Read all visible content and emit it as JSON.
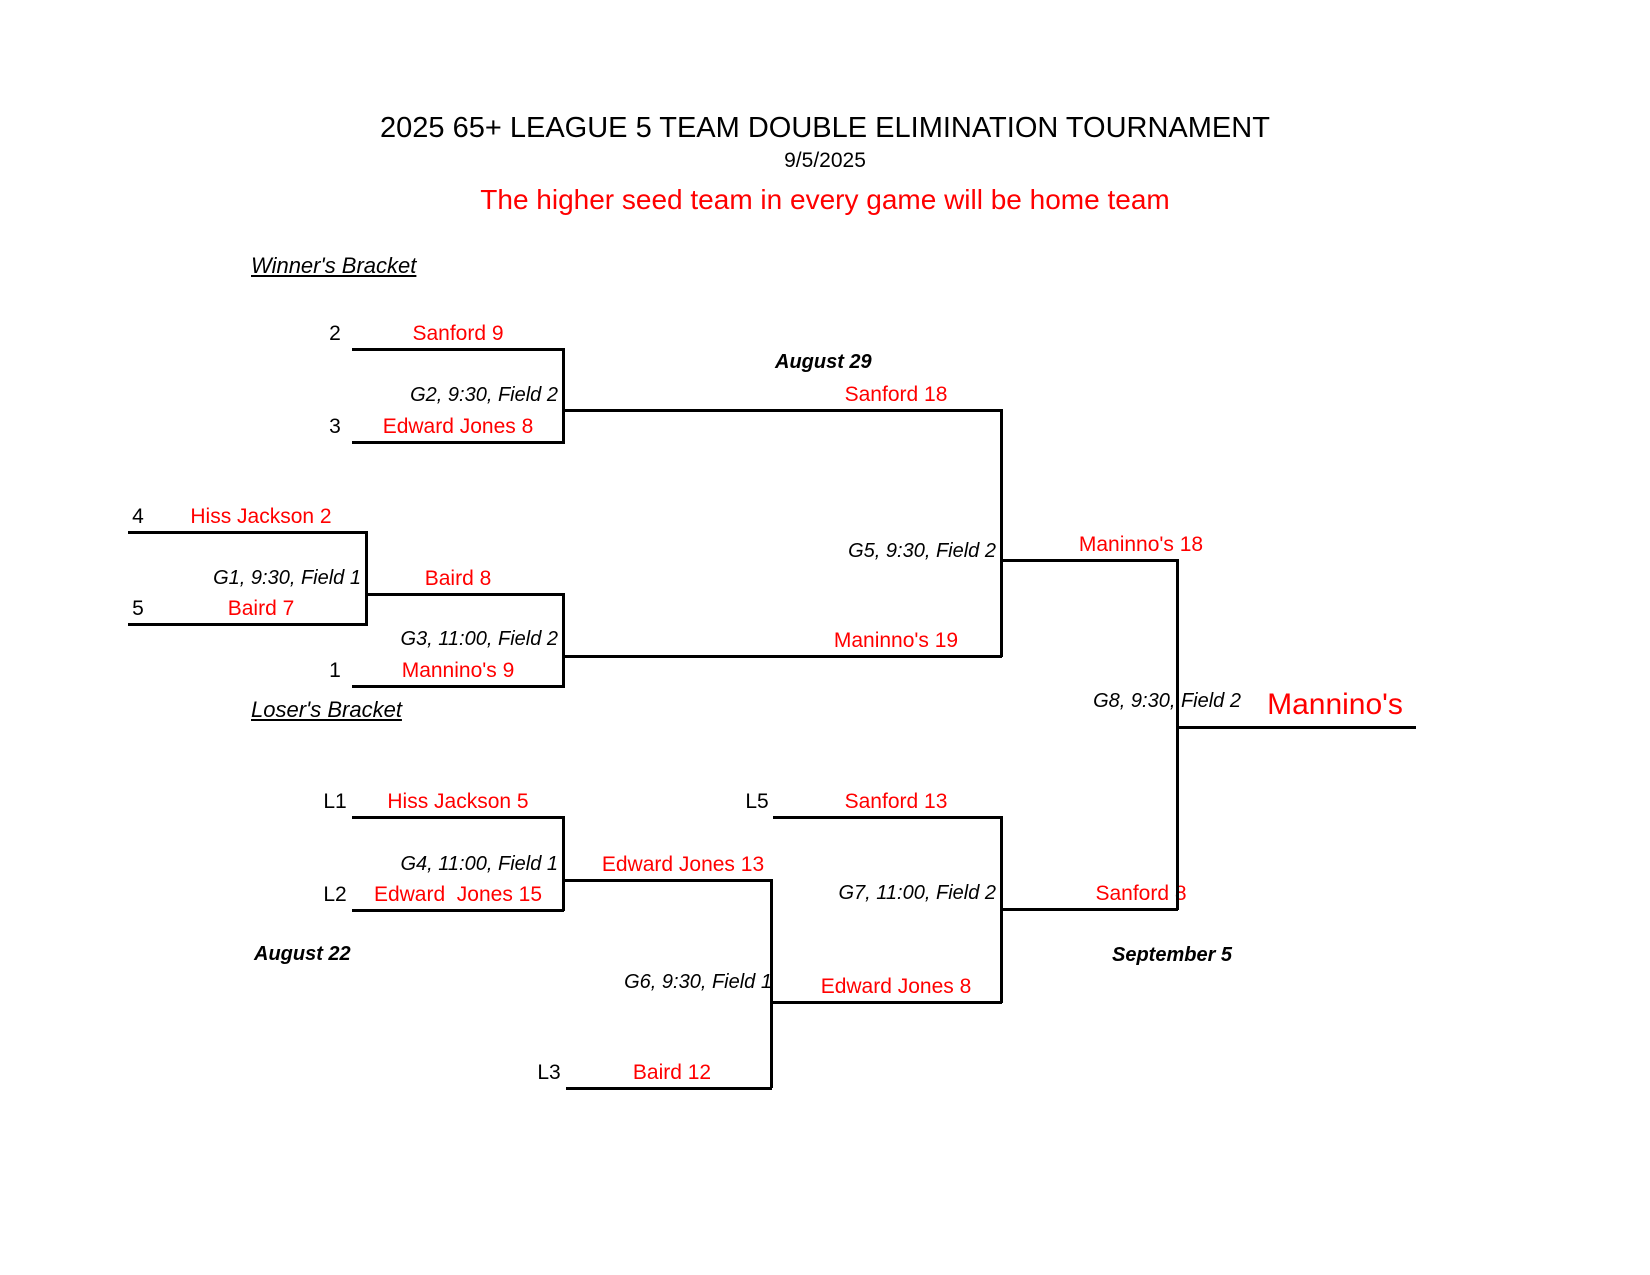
{
  "header": {
    "title": "2025 65+ LEAGUE 5 TEAM DOUBLE ELIMINATION TOURNAMENT",
    "date": "9/5/2025",
    "notice": "The higher seed team in every game will be home team",
    "notice_color": "#ff0000"
  },
  "sections": {
    "winners_bracket": "Winner's Bracket",
    "losers_bracket": "Loser's Bracket"
  },
  "dates": {
    "august_29": "August 29",
    "august_22": "August 22",
    "september_5": "September 5"
  },
  "winners": {
    "g2": {
      "label": "G2, 9:30, Field 2",
      "top_seed": "2",
      "top_team": "Sanford 9",
      "bottom_seed": "3",
      "bottom_team": "Edward Jones 8"
    },
    "g1": {
      "label": "G1, 9:30, Field 1",
      "top_seed": "4",
      "top_team": "Hiss Jackson 2",
      "bottom_seed": "5",
      "bottom_team": "Baird 7"
    },
    "g3": {
      "label": "G3, 11:00, Field 2",
      "top_team": "Baird 8",
      "bottom_seed": "1",
      "bottom_team": "Mannino's 9"
    },
    "g5": {
      "label": "G5, 9:30, Field 2",
      "top_team": "Sanford 18",
      "bottom_team": "Maninno's 19"
    },
    "g8": {
      "label": "G8, 9:30, Field 2",
      "top_team": "Maninno's 18",
      "bottom_team": "Sanford 8",
      "champion": "Mannino's"
    }
  },
  "losers": {
    "g4": {
      "label": "G4, 11:00, Field 1",
      "top_seed": "L1",
      "top_team": "Hiss Jackson 5",
      "bottom_seed": "L2",
      "bottom_team": "Edward  Jones 15"
    },
    "g6": {
      "label": "G6, 9:30, Field 1",
      "top_team": "Edward Jones 13",
      "bottom_seed": "L3",
      "bottom_team": "Baird 12"
    },
    "g7": {
      "label": "G7, 11:00, Field 2",
      "top_seed": "L5",
      "top_team": "Sanford 13",
      "bottom_team": "Edward Jones 8"
    }
  }
}
